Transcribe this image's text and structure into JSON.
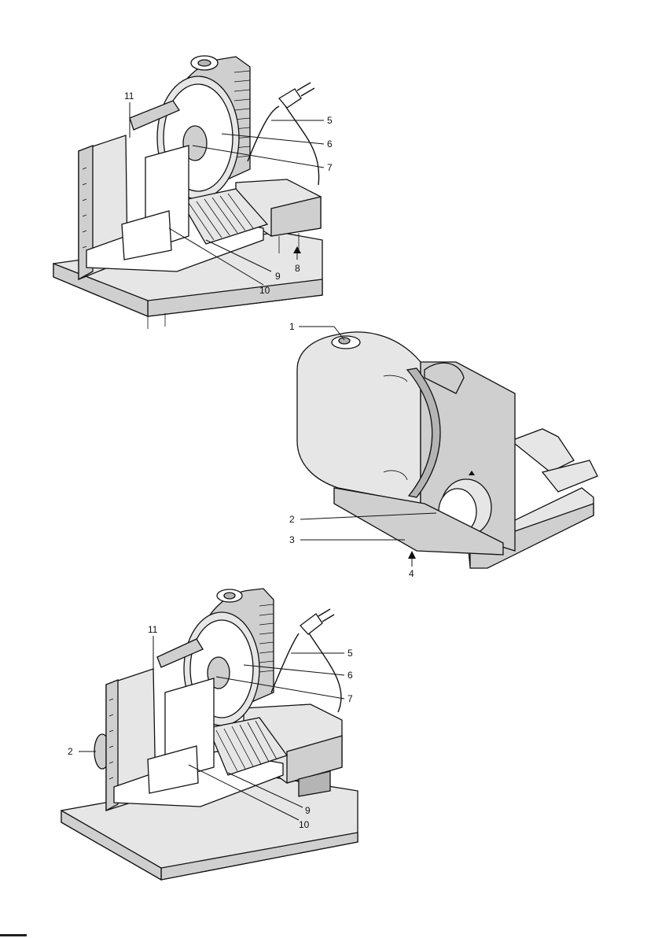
{
  "figures": [
    {
      "id": "top-slicer",
      "callouts": [
        {
          "label": "11"
        },
        {
          "label": "5"
        },
        {
          "label": "6"
        },
        {
          "label": "7"
        },
        {
          "label": "8"
        },
        {
          "label": "9"
        },
        {
          "label": "10"
        }
      ]
    },
    {
      "id": "middle-slicer",
      "callouts": [
        {
          "label": "1"
        },
        {
          "label": "2"
        },
        {
          "label": "3"
        },
        {
          "label": "4"
        }
      ]
    },
    {
      "id": "bottom-slicer",
      "callouts": [
        {
          "label": "11"
        },
        {
          "label": "5"
        },
        {
          "label": "6"
        },
        {
          "label": "2"
        },
        {
          "label": "7"
        },
        {
          "label": "9"
        },
        {
          "label": "10"
        }
      ]
    }
  ],
  "colors": {
    "ink": "#111111",
    "light": "#e6e6e6",
    "mid": "#cfcfcf",
    "dark": "#b4b4b4"
  }
}
